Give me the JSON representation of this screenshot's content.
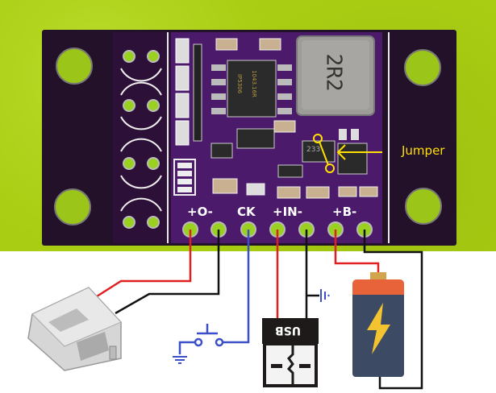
{
  "title": "PCB wiring diagram",
  "board": {
    "pin_labels": [
      "+O-",
      "CK",
      "+IN-",
      "+B-"
    ],
    "pins": [
      {
        "name": "out-plus",
        "wire": "red"
      },
      {
        "name": "out-minus",
        "wire": "black"
      },
      {
        "name": "ck",
        "wire": "blue"
      },
      {
        "name": "in-plus",
        "wire": "red"
      },
      {
        "name": "in-minus",
        "wire": "black"
      },
      {
        "name": "bat-plus",
        "wire": "red"
      },
      {
        "name": "bat-minus",
        "wire": "black"
      }
    ],
    "chip_marking_line1": "IP5306",
    "chip_marking_line2": "1043.16R",
    "inductor_marking": "2R2",
    "sot_marking": "233",
    "jumper_label": "Jumper"
  },
  "components": {
    "usb_plug_label": "USB",
    "usb_socket": "usb-a-female-socket",
    "battery": "battery",
    "button": "push-button",
    "ground": "ground-symbol"
  },
  "colors": {
    "background": "#a9cd12",
    "pcb": "#2a1133",
    "pcb_purple": "#4a1a6a",
    "wire_red": "#e02020",
    "wire_black": "#111111",
    "wire_blue": "#3a4fc8",
    "jumper": "#ffe000",
    "battery_body": "#3d4a63",
    "battery_cap": "#e8623a",
    "battery_terminal": "#d2a44e",
    "bolt": "#f4c430"
  }
}
